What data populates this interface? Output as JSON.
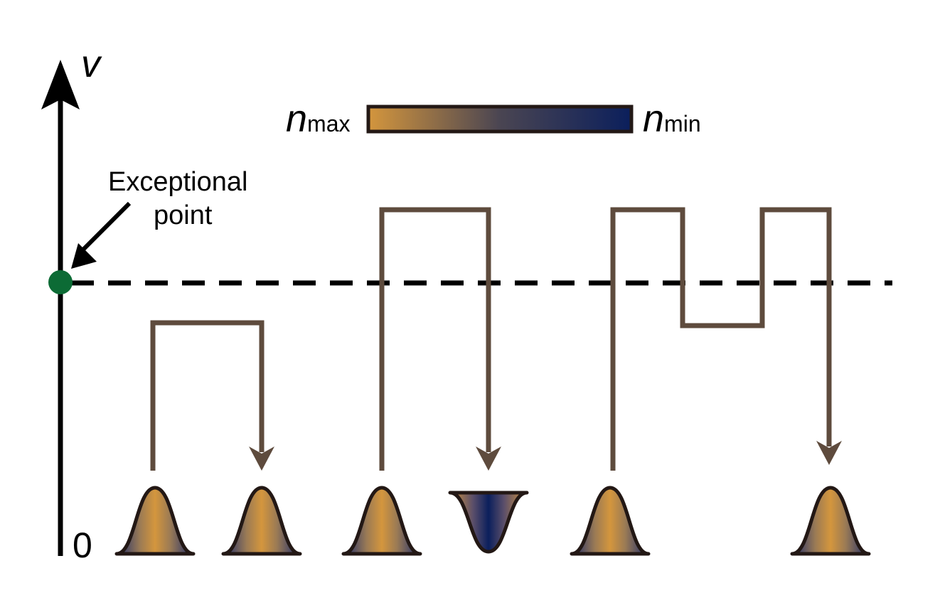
{
  "axis": {
    "v_label": "v",
    "zero_label": "0"
  },
  "colorbar": {
    "max_symbol": "n",
    "max_subscript": "max",
    "min_symbol": "n",
    "min_subscript": "min",
    "color_max": "#d4963d",
    "color_min": "#0b1f5c"
  },
  "annotation": {
    "line1": "Exceptional",
    "line2": "point"
  },
  "colors": {
    "path": "#5e4b3d",
    "exceptional_point": "#0c6b35",
    "axis": "#000000"
  }
}
